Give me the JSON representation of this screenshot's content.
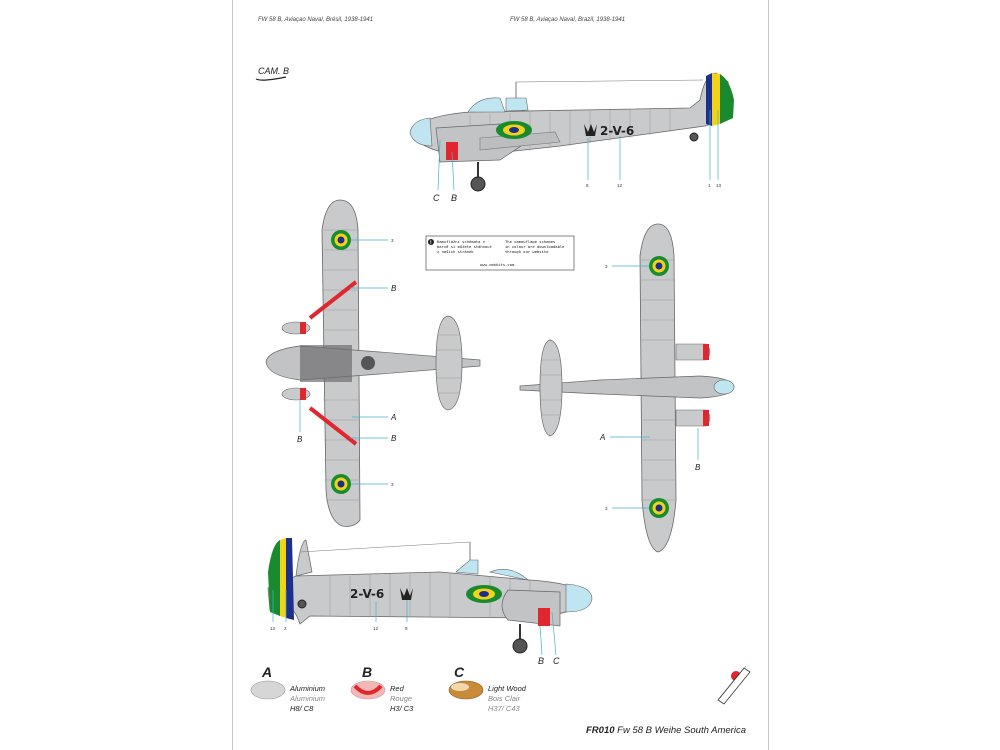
{
  "header": {
    "left": "FW 58 B, Aviaçao Naval, Brésil, 1938-1941",
    "right": "FW 58 B, Aviaçao Naval, Brazil, 1938-1941"
  },
  "cam_label": "CAM. B",
  "registration": "2-V-6",
  "note": {
    "cz_line1": "Kamuflážní schémata v",
    "cz_line2": "barvě si můžete stáhnout",
    "cz_line3": "z našich stránek",
    "en_line1": "The camouflage schemes",
    "en_line2": "in colour are downloadable",
    "en_line3": "through our website",
    "url": "www.cmkkits.com"
  },
  "callouts": {
    "top": [
      "C",
      "B",
      "8",
      "12",
      "1",
      "13"
    ],
    "bottom": [
      "13",
      "2",
      "12",
      "9",
      "B",
      "C"
    ],
    "planview": [
      "3",
      "B",
      "A",
      "B",
      "3",
      "B"
    ],
    "underside": [
      "3",
      "A",
      "B",
      "3"
    ]
  },
  "legend": [
    {
      "code": "A",
      "color": "#d6d6d6",
      "line1": "Aluminium",
      "line2": "Aluminium",
      "line3": "H8/ C8"
    },
    {
      "code": "B",
      "color": "#e8434a",
      "line1": "Red",
      "line2": "Rouge",
      "line3": "H3/ C3"
    },
    {
      "code": "C",
      "color": "#c98a3a",
      "line1": "Light Wood",
      "line2": "Bois Clair",
      "line3": "H37/ C43"
    }
  ],
  "footer": {
    "code": "FR010",
    "title": "Fw 58 B Weihe South America"
  },
  "colors": {
    "aluminium": "#c9cacc",
    "red": "#e0262e",
    "green": "#1a8a2e",
    "yellow": "#f2d21b",
    "blue": "#1c2f8a",
    "callout": "#3fb3cf"
  }
}
